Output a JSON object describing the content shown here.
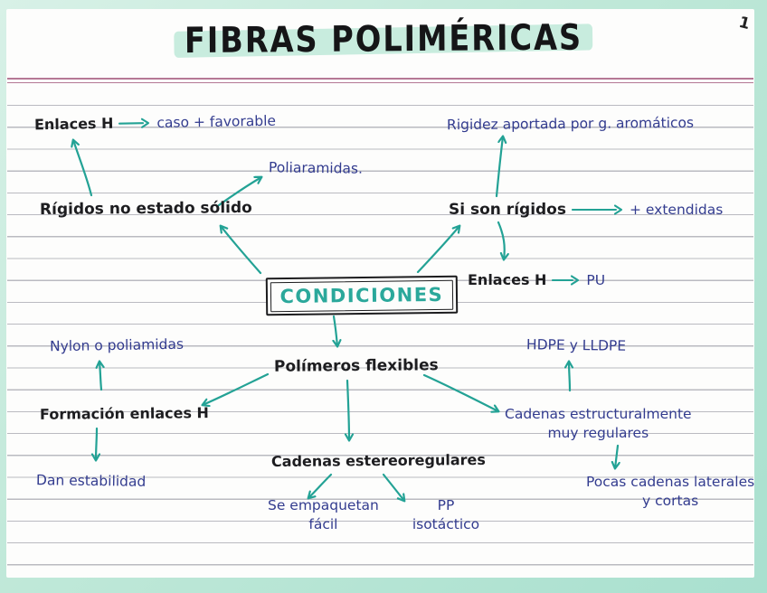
{
  "page": {
    "title": "FIBRAS POLIMÉRICAS",
    "page_number": "1"
  },
  "colors": {
    "ink_black": "#1d1d20",
    "pen_navy": "#333c8f",
    "marker_teal": "#23a295",
    "highlight_mint": "#c8ecde",
    "border_mint": "#bfe8d8",
    "margin_pink": "#a86082",
    "rule_gray": "#70728a"
  },
  "nodes": {
    "center": "CONDICIONES",
    "enlaces_h_left": {
      "black": "Enlaces H",
      "blue": "caso + favorable"
    },
    "rigidos_solido": "Rígidos no estado sólido",
    "poliaramidas": "Poliaramidas.",
    "rigidez": "Rigidez aportada por g. aromáticos",
    "si_son_rigidos": "Si son rígidos",
    "extendidas": "+ extendidas",
    "enlaces_h_pu": {
      "black": "Enlaces H",
      "blue": "PU"
    },
    "polimeros_flexibles": "Polímeros flexibles",
    "nylon": "Nylon o poliamidas",
    "formacion_enlaces": "Formación enlaces H",
    "dan_estabilidad": "Dan estabilidad",
    "cadenas_estereo": "Cadenas estereoregulares",
    "se_empaquetan": {
      "line1": "Se empaquetan",
      "line2": "fácil"
    },
    "pp_isotactico": {
      "line1": "PP",
      "line2": "isotáctico"
    },
    "hdpe": "HDPE y LLDPE",
    "cadenas_estructural": {
      "line1": "Cadenas estructuralmente",
      "line2": "muy regulares"
    },
    "pocas_cadenas": {
      "line1": "Pocas cadenas laterales",
      "line2": "y cortas"
    }
  }
}
